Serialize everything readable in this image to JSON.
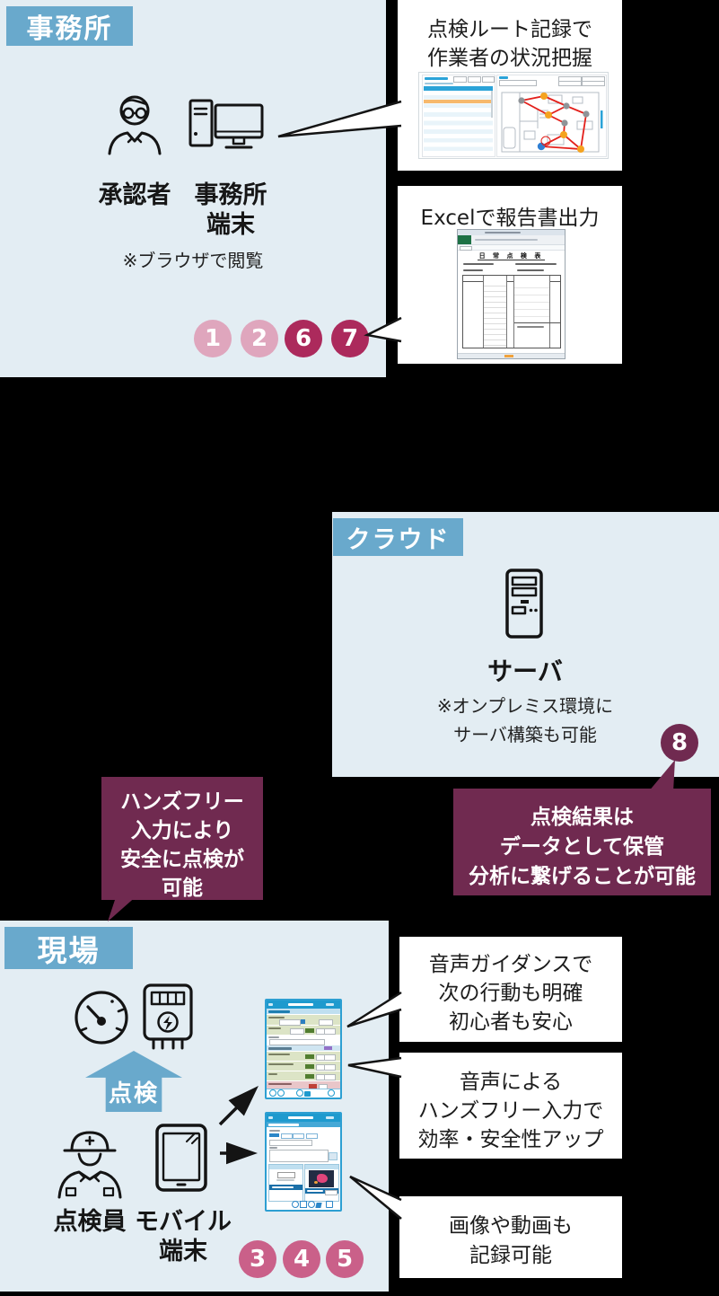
{
  "colors": {
    "header_blue": "#69a9cc",
    "section_bg": "#e3edf3",
    "plum": "#702a50",
    "badge_light_pink": "#dfa6bd",
    "badge_mid_pink": "#ca6089",
    "badge_dark_crimson": "#ac2a5c",
    "route_red": "#e3201b",
    "node_orange": "#f5a31f",
    "node_gray": "#8f9498",
    "node_blue": "#2f7fd4",
    "app_blue": "#1e9ace",
    "excel_green": "#1e7145"
  },
  "office": {
    "label": "事務所",
    "approver": "承認者",
    "terminal_line1": "事務所",
    "terminal_line2": "端末",
    "note": "※ブラウザで閲覧",
    "badges": [
      {
        "n": "1"
      },
      {
        "n": "2"
      },
      {
        "n": "6"
      },
      {
        "n": "7"
      }
    ]
  },
  "cloud": {
    "label": "クラウド",
    "server": "サーバ",
    "note_line1": "※オンプレミス環境に",
    "note_line2": "サーバ構築も可能",
    "badge": "8"
  },
  "field": {
    "label": "現場",
    "arrow": "点検",
    "inspector": "点検員",
    "mobile_line1": "モバイル",
    "mobile_line2": "端末",
    "badges": [
      {
        "n": "3"
      },
      {
        "n": "4"
      },
      {
        "n": "5"
      }
    ]
  },
  "callout_route": {
    "line1": "点検ルート記録で",
    "line2": "作業者の状況把握"
  },
  "callout_excel": {
    "title": "Excelで報告書出力",
    "sheet_title": "日 常 点 検 表"
  },
  "callout_handsfree": {
    "line1": "ハンズフリー",
    "line2": "入力により",
    "line3": "安全に点検が",
    "line4": "可能"
  },
  "callout_data": {
    "line1": "点検結果は",
    "line2": "データとして保管",
    "line3": "分析に繋げることが可能"
  },
  "callout_guidance": {
    "line1": "音声ガイダンスで",
    "line2": "次の行動も明確",
    "line3": "初心者も安心"
  },
  "callout_voice": {
    "line1": "音声による",
    "line2": "ハンズフリー入力で",
    "line3": "効率・安全性アップ"
  },
  "callout_media": {
    "line1": "画像や動画も",
    "line2": "記録可能"
  }
}
